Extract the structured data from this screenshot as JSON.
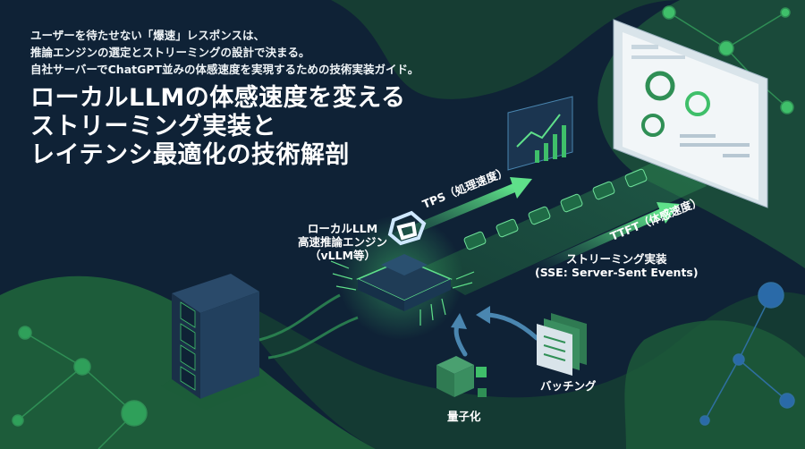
{
  "lead": {
    "line1": "ユーザーを待たせない「爆速」レスポンスは、",
    "line2": "推論エンジンの選定とストリーミングの設計で決まる。",
    "line3": "自社サーバーでChatGPT並みの体感速度を実現するための技術実装ガイド。"
  },
  "title": {
    "line1": "ローカルLLMの体感速度を変える",
    "line2": "ストリーミング実装と",
    "line3": "レイテンシ最適化の技術解剖"
  },
  "labels": {
    "engine_line1": "ローカルLLM",
    "engine_line2": "高速推論エンジン",
    "engine_line3": "（vLLM等）",
    "tps": "TPS（処理速度）",
    "ttft": "TTFT（体感速度）",
    "stream_line1": "ストリーミング実装",
    "stream_line2": "(SSE: Server-Sent Events)",
    "quantization": "量子化",
    "batching": "バッチング"
  },
  "colors": {
    "background": "#0f2236",
    "accent_green": "#3fbf6a",
    "dark_green": "#1d5c3a",
    "panel_navy": "#1b3550"
  }
}
